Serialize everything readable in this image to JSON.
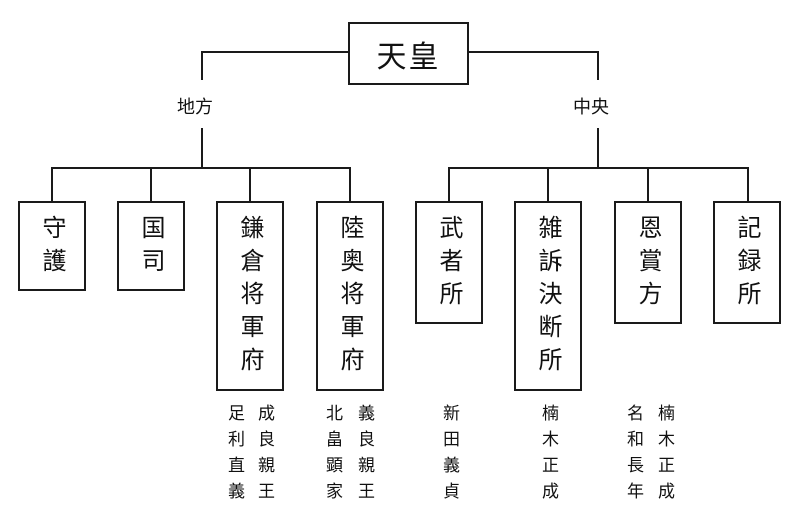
{
  "root": {
    "label": "天皇"
  },
  "branches": {
    "local": {
      "label": "地方"
    },
    "central": {
      "label": "中央"
    }
  },
  "local_offices": [
    {
      "label": "守護"
    },
    {
      "label": "国司"
    },
    {
      "label": "鎌倉将軍府",
      "people": [
        "成良親王",
        "足利直義"
      ]
    },
    {
      "label": "陸奥将軍府",
      "people": [
        "義良親王",
        "北畠顕家"
      ]
    }
  ],
  "central_offices": [
    {
      "label": "武者所",
      "people": [
        "新田義貞"
      ]
    },
    {
      "label": "雑訴決断所",
      "people": [
        "楠木正成"
      ]
    },
    {
      "label": "恩賞方",
      "people": [
        "楠木正成",
        "名和長年"
      ]
    },
    {
      "label": "記録所"
    }
  ],
  "style": {
    "line_color": "#1a1a1a",
    "background": "#ffffff"
  }
}
